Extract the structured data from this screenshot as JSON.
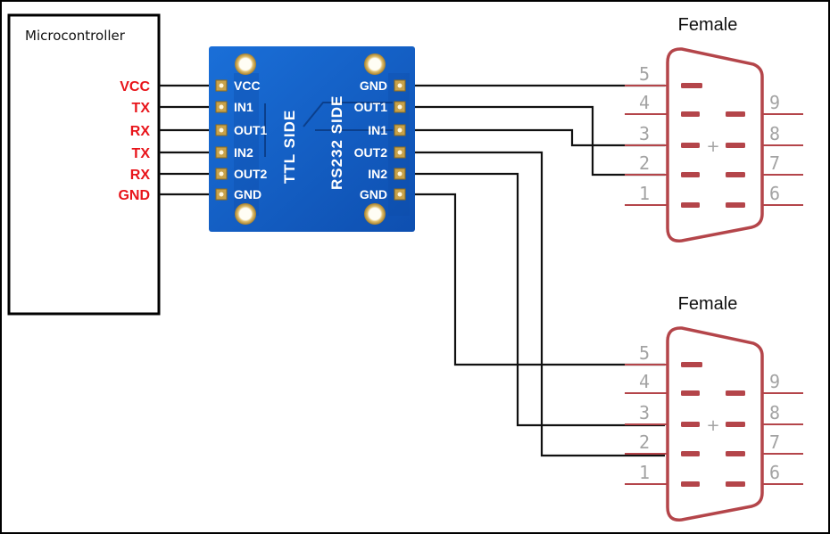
{
  "microcontroller": {
    "title": "Microcontroller",
    "pins": [
      "VCC",
      "TX",
      "RX",
      "TX",
      "RX",
      "GND"
    ]
  },
  "module": {
    "ttl_side_label": "TTL SIDE",
    "rs232_side_label": "RS232 SIDE",
    "ttl_pins": [
      "VCC",
      "IN1",
      "OUT1",
      "IN2",
      "OUT2",
      "GND"
    ],
    "rs232_pins": [
      "GND",
      "OUT1",
      "IN1",
      "OUT2",
      "IN2",
      "GND"
    ]
  },
  "connectors": [
    {
      "title": "Female",
      "left_pins": [
        "5",
        "4",
        "3",
        "2",
        "1"
      ],
      "right_pins": [
        "9",
        "8",
        "7",
        "6"
      ],
      "center_mark": "+"
    },
    {
      "title": "Female",
      "left_pins": [
        "5",
        "4",
        "3",
        "2",
        "1"
      ],
      "right_pins": [
        "9",
        "8",
        "7",
        "6"
      ],
      "center_mark": "+"
    }
  ],
  "connections": [
    {
      "from": "RS232 GND (top)",
      "to": "Connector 1 pin 5"
    },
    {
      "from": "RS232 OUT1",
      "to": "Connector 1 pin 2"
    },
    {
      "from": "RS232 IN1",
      "to": "Connector 1 pin 3"
    },
    {
      "from": "RS232 OUT2",
      "to": "Connector 2 pin 2"
    },
    {
      "from": "RS232 IN2",
      "to": "Connector 2 pin 3"
    },
    {
      "from": "RS232 GND (bottom)",
      "to": "Connector 2 pin 5"
    }
  ],
  "colors": {
    "pin_label_red": "#e8141a",
    "pcb_blue": "#1560c8",
    "pad_gold": "#c8a24a",
    "connector_red": "#b4454a",
    "pin_number_gray": "#a3a3a3"
  }
}
